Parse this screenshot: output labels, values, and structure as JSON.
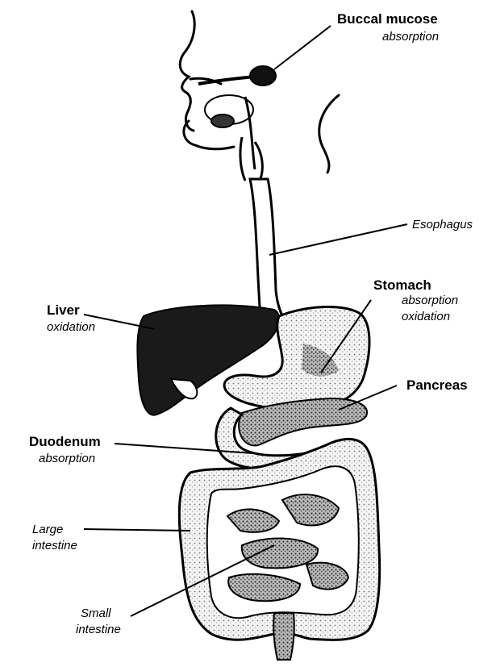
{
  "labels": {
    "buccal": {
      "name": "Buccal mucose",
      "role": "absorption"
    },
    "esophagus": {
      "name": "Esophagus"
    },
    "stomach": {
      "name": "Stomach",
      "role1": "absorption",
      "role2": "oxidation"
    },
    "liver": {
      "name": "Liver",
      "role": "oxidation"
    },
    "pancreas": {
      "name": "Pancreas"
    },
    "duodenum": {
      "name": "Duodenum",
      "role": "absorption"
    },
    "large_intestine": {
      "line1": "Large",
      "line2": "intestine"
    },
    "small_intestine": {
      "line1": "Small",
      "line2": "intestine"
    }
  },
  "colors": {
    "ink": "#000000",
    "paper": "#ffffff",
    "organ_fill": "#e8e8e8",
    "liver_fill": "#1a1a1a",
    "shade": "#555555"
  }
}
